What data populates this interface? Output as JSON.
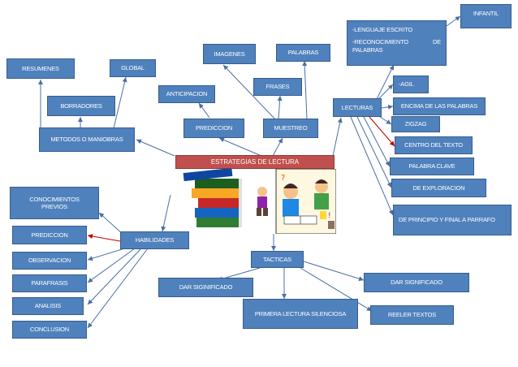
{
  "center": {
    "title": "ESTRATEGIAS DE LECTURA"
  },
  "nodes": {
    "infantil": "INFANTIL",
    "lenguaje": "-LENGUAJE ESCRITO",
    "reconocimiento_a": "-RECONOCIMIENTO",
    "reconocimiento_b": "DE",
    "reconocimiento_c": "PALABRAS",
    "resumenes": "RESUMENES",
    "global": "GLOBAL",
    "imagenes": "IMAGENES",
    "palabras": "PALABRAS",
    "frases": "FRASES",
    "anticipacion": "ANTICIPACION",
    "borradores": "BORRADORES",
    "prediccion_top": "PREDICCION",
    "muestreo": "MUESTREO",
    "metodos": "METODOS O MANIOBRAS",
    "lecturas": "LECTURAS",
    "agil": "-AGIL",
    "encima": "ENCIMA DE LAS PALABRAS",
    "zigzag": "ZIGZAG",
    "centro": "CENTRO DEL TEXTO",
    "palabra_clave": "PALABRA CLAVE",
    "exploracion": "DE EXPLORACION",
    "principio": "DE PRINCIPIO Y FINAL A PARRAFO",
    "conocimientos_a": "CONOCIMIENTOS",
    "conocimientos_b": "PREVIOS",
    "prediccion_left": "PREDICCION",
    "habilidades": "HABILIDADES",
    "observacion": "OBSERVACION",
    "parafrasis": "PARAFRASIS",
    "analisis": "ANALISIS",
    "conclusion": "CONCLUSION",
    "tacticas": "TACTICAS",
    "dar_sig_left": "DAR SIGINIFICADO",
    "dar_sig_right": "DAR SIGNIFICADO",
    "primera": "PRIMERA LECTURA SILENCIOSA",
    "releer": "REELER TEXTOS"
  },
  "colors": {
    "box_fill": "#4f81bd",
    "box_border": "#385d8a",
    "title_fill": "#c0504d",
    "connector": "#4a6fa5",
    "highlight_connector": "#c00000"
  },
  "illustration": {
    "icon": "kids-reading-books-clipart"
  }
}
